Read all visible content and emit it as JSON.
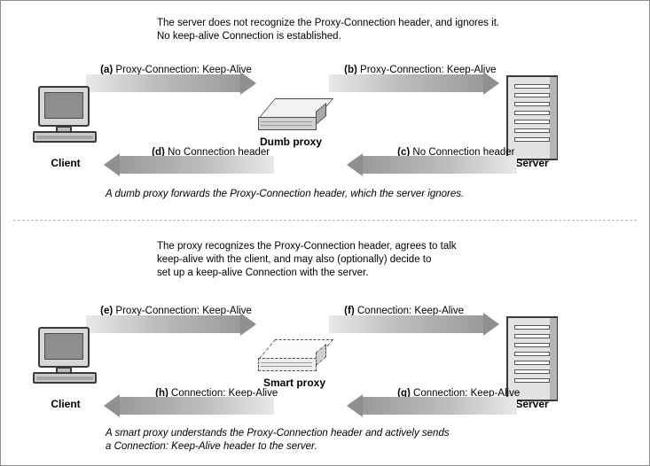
{
  "diagram": {
    "top": {
      "caption_top": "The server does not recognize the Proxy-Connection header, and ignores it.\nNo keep-alive Connection is established.",
      "caption_bottom": "A dumb proxy forwards the Proxy-Connection header, which the server ignores.",
      "client_label": "Client",
      "proxy_label": "Dumb proxy",
      "server_label": "Server",
      "arrows": [
        {
          "tag": "(a)",
          "text": " Proxy-Connection: Keep-Alive",
          "direction": "right"
        },
        {
          "tag": "(b)",
          "text": " Proxy-Connection: Keep-Alive",
          "direction": "right"
        },
        {
          "tag": "(c)",
          "text": " No Connection header",
          "direction": "left"
        },
        {
          "tag": "(d)",
          "text": " No Connection header",
          "direction": "left"
        }
      ]
    },
    "bottom": {
      "caption_top": "The proxy recognizes the Proxy-Connection header, agrees to talk\nkeep-alive with the client, and may also (optionally) decide to\nset up a keep-alive Connection with the server.",
      "caption_bottom": "A smart proxy understands the Proxy-Connection header and actively sends\na Connection: Keep-Alive header to the server.",
      "client_label": "Client",
      "proxy_label": "Smart proxy",
      "server_label": "Server",
      "arrows": [
        {
          "tag": "(e)",
          "text": " Proxy-Connection: Keep-Alive",
          "direction": "right"
        },
        {
          "tag": "(f)",
          "text": " Connection: Keep-Alive",
          "direction": "right"
        },
        {
          "tag": "(g)",
          "text": " Connection: Keep-Alive",
          "direction": "left"
        },
        {
          "tag": "(h)",
          "text": " Connection: Keep-Alive",
          "direction": "left"
        }
      ]
    }
  }
}
